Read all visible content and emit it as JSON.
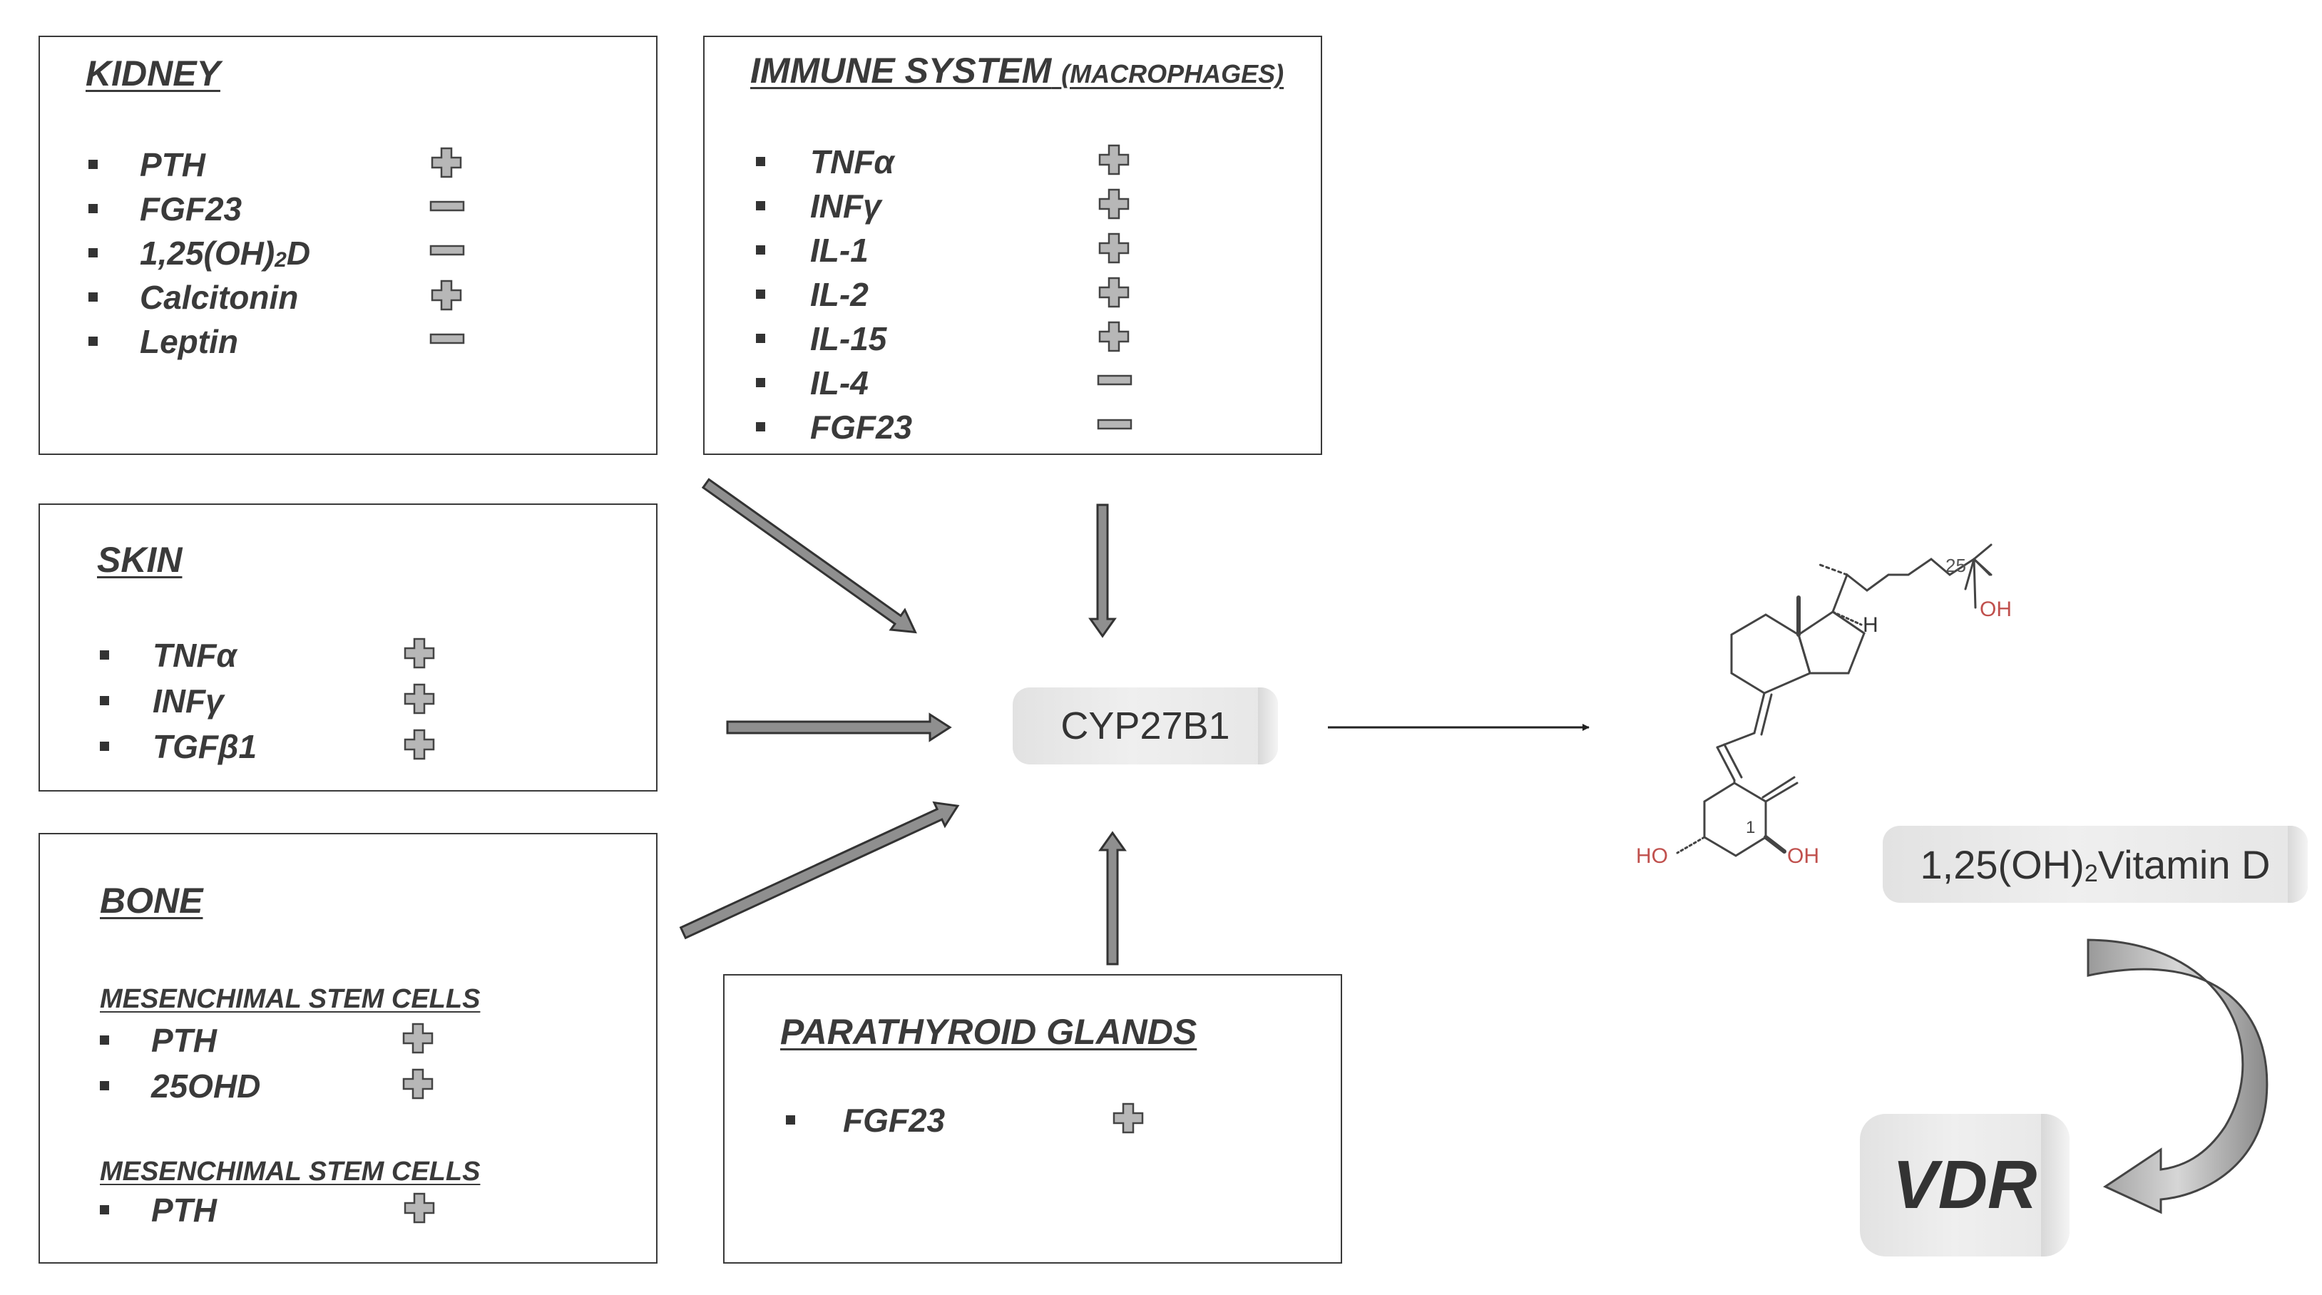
{
  "boxes": {
    "kidney": {
      "title": "KIDNEY",
      "items": [
        {
          "label": "PTH",
          "effect": "plus"
        },
        {
          "label": "FGF23",
          "effect": "minus"
        },
        {
          "label": "1,25(OH)",
          "sub": "2",
          "suffix": "D",
          "effect": "minus"
        },
        {
          "label": "Calcitonin",
          "effect": "plus"
        },
        {
          "label": "Leptin",
          "effect": "minus"
        }
      ]
    },
    "immune": {
      "title": "IMMUNE SYSTEM",
      "title_suffix": "(MACROPHAGES)",
      "items": [
        {
          "label": "TNFα",
          "effect": "plus"
        },
        {
          "label": "INFγ",
          "effect": "plus"
        },
        {
          "label": "IL-1",
          "effect": "plus"
        },
        {
          "label": "IL-2",
          "effect": "plus"
        },
        {
          "label": "IL-15",
          "effect": "plus"
        },
        {
          "label": "IL-4",
          "effect": "minus"
        },
        {
          "label": "FGF23",
          "effect": "minus"
        }
      ]
    },
    "skin": {
      "title": "SKIN",
      "items": [
        {
          "label": "TNFα",
          "effect": "plus"
        },
        {
          "label": "INFγ",
          "effect": "plus"
        },
        {
          "label": "TGFβ1",
          "effect": "plus"
        }
      ]
    },
    "bone": {
      "title": "BONE",
      "group1_title": "MESENCHIMAL STEM CELLS",
      "group1_items": [
        {
          "label": "PTH",
          "effect": "plus"
        },
        {
          "label": "25OHD",
          "effect": "plus"
        }
      ],
      "group2_title": "MESENCHIMAL STEM CELLS",
      "group2_items": [
        {
          "label": "PTH",
          "effect": "plus"
        }
      ]
    },
    "parathyroid": {
      "title": "PARATHYROID GLANDS",
      "items": [
        {
          "label": "FGF23",
          "effect": "plus"
        }
      ]
    }
  },
  "center": {
    "enzyme": "CYP27B1"
  },
  "product": {
    "label_prefix": "1,25(OH)",
    "label_sub": "2",
    "label_suffix": "Vitamin D"
  },
  "receptor": {
    "label": "VDR"
  },
  "molecule": {
    "atom_labels": [
      "H",
      "25",
      "OH",
      "1",
      "HO",
      "OH"
    ],
    "hetero_color": "#c0504d"
  }
}
